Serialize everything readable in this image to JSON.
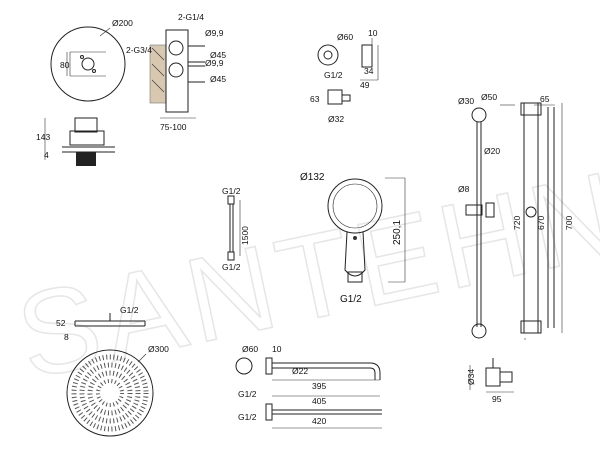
{
  "watermark": "SANTEHNIKA",
  "thermostat": {
    "d200": "Ø200",
    "d80": "80",
    "h143": "143",
    "h4": "4",
    "g14": "2-G1/4",
    "g34": "2-G3/4",
    "d99a": "Ø9,9",
    "d99b": "Ø9,9",
    "d45a": "Ø45",
    "d45b": "Ø45",
    "depth": "75-100"
  },
  "outlet": {
    "d60": "Ø60",
    "d10": "10",
    "g12": "G1/2",
    "d34": "34",
    "d49": "49",
    "d63": "63",
    "d32": "Ø32"
  },
  "slidebar": {
    "d30": "Ø30",
    "d50": "Ø50",
    "d65": "65",
    "d20": "Ø20",
    "d8": "Ø8",
    "h720": "720",
    "h670": "670",
    "h700": "700",
    "d34": "Ø34",
    "w95": "95"
  },
  "hose": {
    "g12top": "G1/2",
    "len": "1500",
    "g12bot": "G1/2"
  },
  "handshower": {
    "d132": "Ø132",
    "h250": "250,1",
    "g12": "G1/2"
  },
  "headshower": {
    "g12": "G1/2",
    "h52": "52",
    "h8": "8",
    "d300": "Ø300"
  },
  "arm": {
    "d60": "Ø60",
    "d10": "10",
    "d22": "Ø22",
    "l395": "395",
    "g12": "G1/2",
    "l405": "405"
  },
  "ceiling": {
    "g12": "G1/2",
    "l420": "420"
  }
}
